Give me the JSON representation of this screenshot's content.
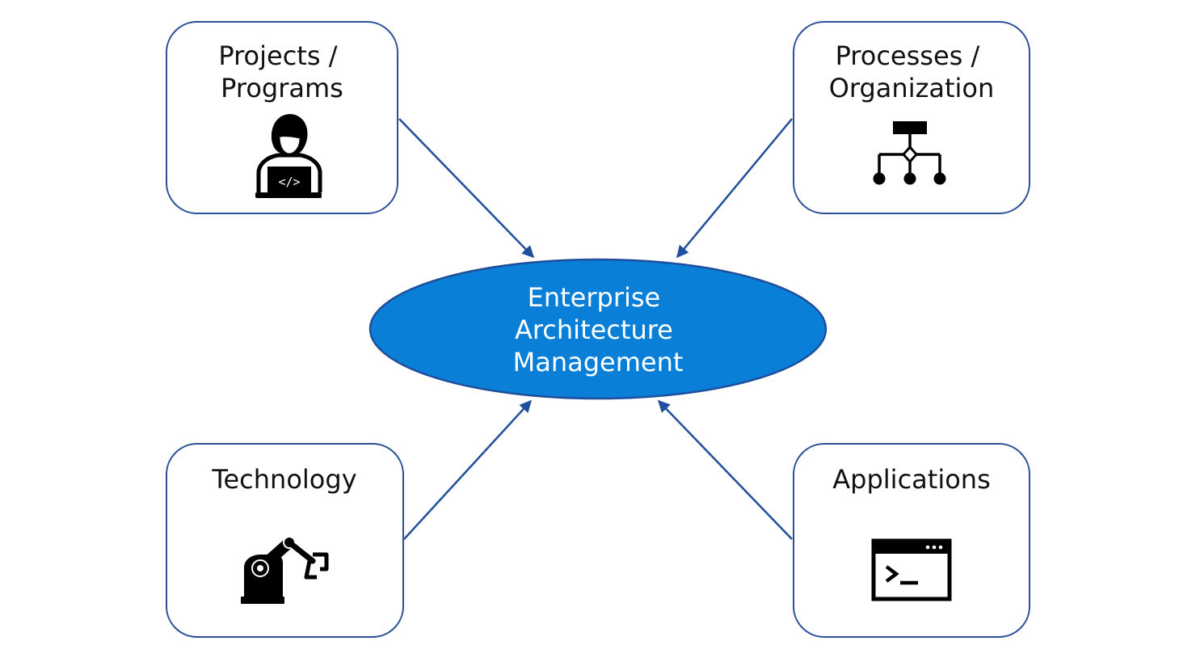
{
  "center": {
    "lines": [
      "Enterprise",
      "Architecture",
      "Management"
    ]
  },
  "nodes": {
    "projects": {
      "lines": [
        "Projects /",
        "Programs"
      ],
      "icon": "developer-laptop-icon"
    },
    "processes": {
      "lines": [
        "Processes /",
        "Organization"
      ],
      "icon": "org-chart-icon"
    },
    "technology": {
      "lines": [
        "Technology"
      ],
      "icon": "robot-arm-icon"
    },
    "applications": {
      "lines": [
        "Applications"
      ],
      "icon": "terminal-window-icon"
    }
  },
  "colors": {
    "box_border": "#2a5196",
    "ellipse_fill": "#0a7fd8",
    "ellipse_border": "#1f4e9c",
    "arrow": "#1f4e9c",
    "icon": "#000000"
  }
}
